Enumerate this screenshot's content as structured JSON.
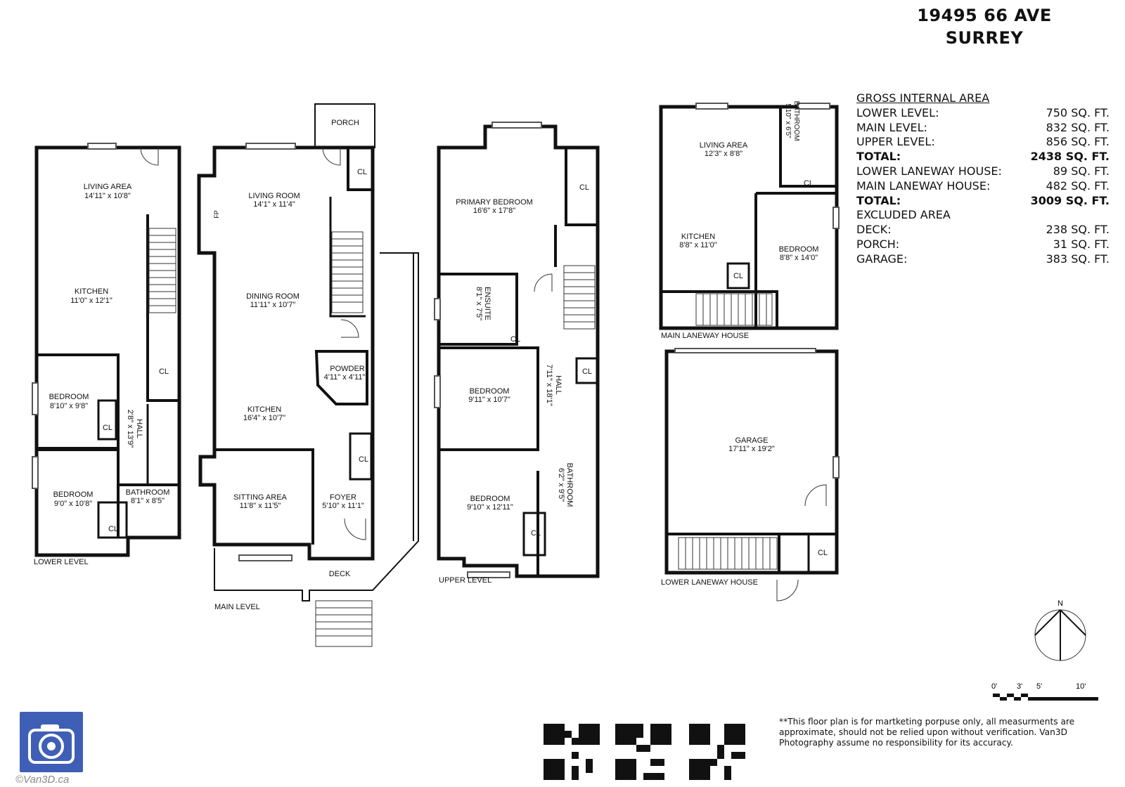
{
  "header": {
    "line1": "19495 66 AVE",
    "line2": "SURREY"
  },
  "area": {
    "heading": "GROSS INTERNAL AREA",
    "rows": [
      {
        "label": "LOWER LEVEL:",
        "value": "750 SQ. FT."
      },
      {
        "label": "MAIN LEVEL:",
        "value": "832 SQ. FT."
      },
      {
        "label": "UPPER LEVEL:",
        "value": "856 SQ. FT."
      },
      {
        "label": "TOTAL:",
        "value": "2438 SQ. FT."
      },
      {
        "label": "LOWER LANEWAY HOUSE:",
        "value": "89 SQ. FT."
      },
      {
        "label": "MAIN LANEWAY HOUSE:",
        "value": "482 SQ. FT."
      },
      {
        "label": "TOTAL:",
        "value": "3009 SQ. FT."
      },
      {
        "label": "EXCLUDED AREA",
        "value": ""
      },
      {
        "label": "DECK:",
        "value": "238 SQ. FT."
      },
      {
        "label": "PORCH:",
        "value": "31 SQ. FT."
      },
      {
        "label": "GARAGE:",
        "value": "383 SQ. FT."
      }
    ]
  },
  "levels": {
    "lower": "LOWER LEVEL",
    "main": "MAIN LEVEL",
    "upper": "UPPER LEVEL",
    "main_laneway": "MAIN LANEWAY HOUSE",
    "lower_laneway": "LOWER LANEWAY HOUSE"
  },
  "rooms": {
    "lower_living": {
      "name": "LIVING AREA",
      "dim": "14'11\" x 10'8\""
    },
    "lower_kitchen": {
      "name": "KITCHEN",
      "dim": "11'0\" x 12'1\""
    },
    "lower_bed1": {
      "name": "BEDROOM",
      "dim": "8'10\" x 9'8\""
    },
    "lower_bed2": {
      "name": "BEDROOM",
      "dim": "9'0\" x 10'8\""
    },
    "lower_hall": {
      "name": "HALL",
      "dim": "2'8\" x 13'9\""
    },
    "lower_bath": {
      "name": "BATHROOM",
      "dim": "8'1\" x 8'5\""
    },
    "porch": {
      "name": "PORCH"
    },
    "fp": {
      "name": "FP"
    },
    "main_living": {
      "name": "LIVING ROOM",
      "dim": "14'1\" x 11'4\""
    },
    "main_dining": {
      "name": "DINING ROOM",
      "dim": "11'11\" x 10'7\""
    },
    "main_powder": {
      "name": "POWDER",
      "dim": "4'11\" x 4'11\""
    },
    "main_kitchen": {
      "name": "KITCHEN",
      "dim": "16'4\" x 10'7\""
    },
    "main_sitting": {
      "name": "SITTING AREA",
      "dim": "11'8\" x 11'5\""
    },
    "main_foyer": {
      "name": "FOYER",
      "dim": "5'10\" x 11'1\""
    },
    "deck": {
      "name": "DECK"
    },
    "upper_primary": {
      "name": "PRIMARY BEDROOM",
      "dim": "16'6\" x 17'8\""
    },
    "upper_ensuite": {
      "name": "ENSUITE",
      "dim": "8'1\" x 7'5\""
    },
    "upper_bed1": {
      "name": "BEDROOM",
      "dim": "9'11\" x 10'7\""
    },
    "upper_hall": {
      "name": "HALL",
      "dim": "7'11\" x 18'1\""
    },
    "upper_bed2": {
      "name": "BEDROOM",
      "dim": "9'10\" x 12'11\""
    },
    "upper_bath": {
      "name": "BATHROOM",
      "dim": "6'2\" x 9'5\""
    },
    "lw_living": {
      "name": "LIVING AREA",
      "dim": "12'3\" x 8'8\""
    },
    "lw_bath": {
      "name": "BATHROOM",
      "dim": "5'10\" x 6'5\""
    },
    "lw_kitchen": {
      "name": "KITCHEN",
      "dim": "8'8\" x 11'0\""
    },
    "lw_bed": {
      "name": "BEDROOM",
      "dim": "8'8\" x 14'0\""
    },
    "garage": {
      "name": "GARAGE",
      "dim": "17'11\" x 19'2\""
    }
  },
  "closet": "CL",
  "compass_north": "N",
  "scale": [
    "0'",
    "3'",
    "5'",
    "10'"
  ],
  "disclaimer": "**This floor plan is for martketing porpuse only, all measurments are approximate, should not be relied upon without verification. Van3D Photography assume no responsibility for its accuracy.",
  "copyright": "©Van3D.ca"
}
